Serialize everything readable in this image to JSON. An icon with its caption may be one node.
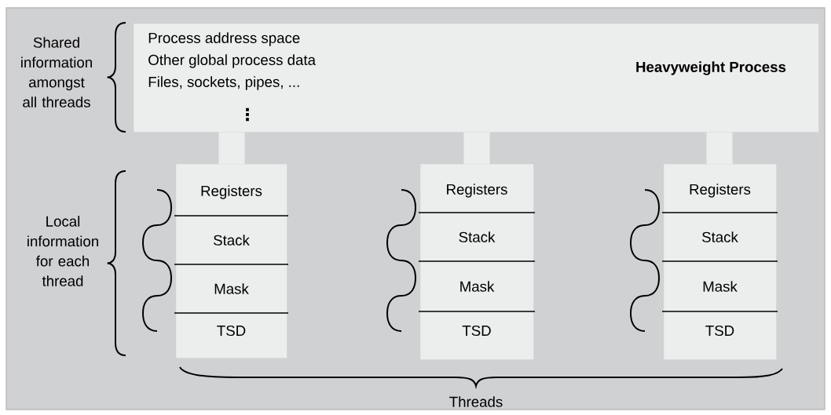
{
  "diagram": {
    "nodes": [
      {
        "text": [
          "Process address space",
          "Other global process data",
          "Files, sockets, pipes, ...",
          "⋮",
          "Heavyweight Process"
        ]
      },
      {
        "text": [],
        "shape": "box"
      },
      {
        "text": [
          "Registers"
        ],
        "in": 1
      },
      {
        "text": [
          "Stack"
        ],
        "in": 1
      },
      {
        "text": [
          "Mask"
        ],
        "in": 1
      },
      {
        "text": [
          "TSD"
        ],
        "in": 1
      },
      {
        "text": [],
        "shape": "box"
      },
      {
        "text": [
          "Registers"
        ],
        "in": 6
      },
      {
        "text": [
          "Stack"
        ],
        "in": 6
      },
      {
        "text": [
          "Mask"
        ],
        "in": 6
      },
      {
        "text": [
          "TSD"
        ],
        "in": 6
      },
      {
        "text": [],
        "shape": "box"
      },
      {
        "text": [
          "Registers"
        ],
        "in": 11
      },
      {
        "text": [
          "Stack"
        ],
        "in": 11
      },
      {
        "text": [
          "Mask"
        ],
        "in": 11
      },
      {
        "text": [
          "TSD"
        ],
        "in": 11
      }
    ],
    "edges": [
      {
        "from": 0,
        "to": 1,
        "arrow": "none"
      },
      {
        "from": 0,
        "to": 6,
        "arrow": "none"
      },
      {
        "from": 0,
        "to": 11,
        "arrow": "none"
      }
    ],
    "labels": [
      "Shared information amongst all threads",
      "Local information for each thread",
      "Threads"
    ]
  }
}
